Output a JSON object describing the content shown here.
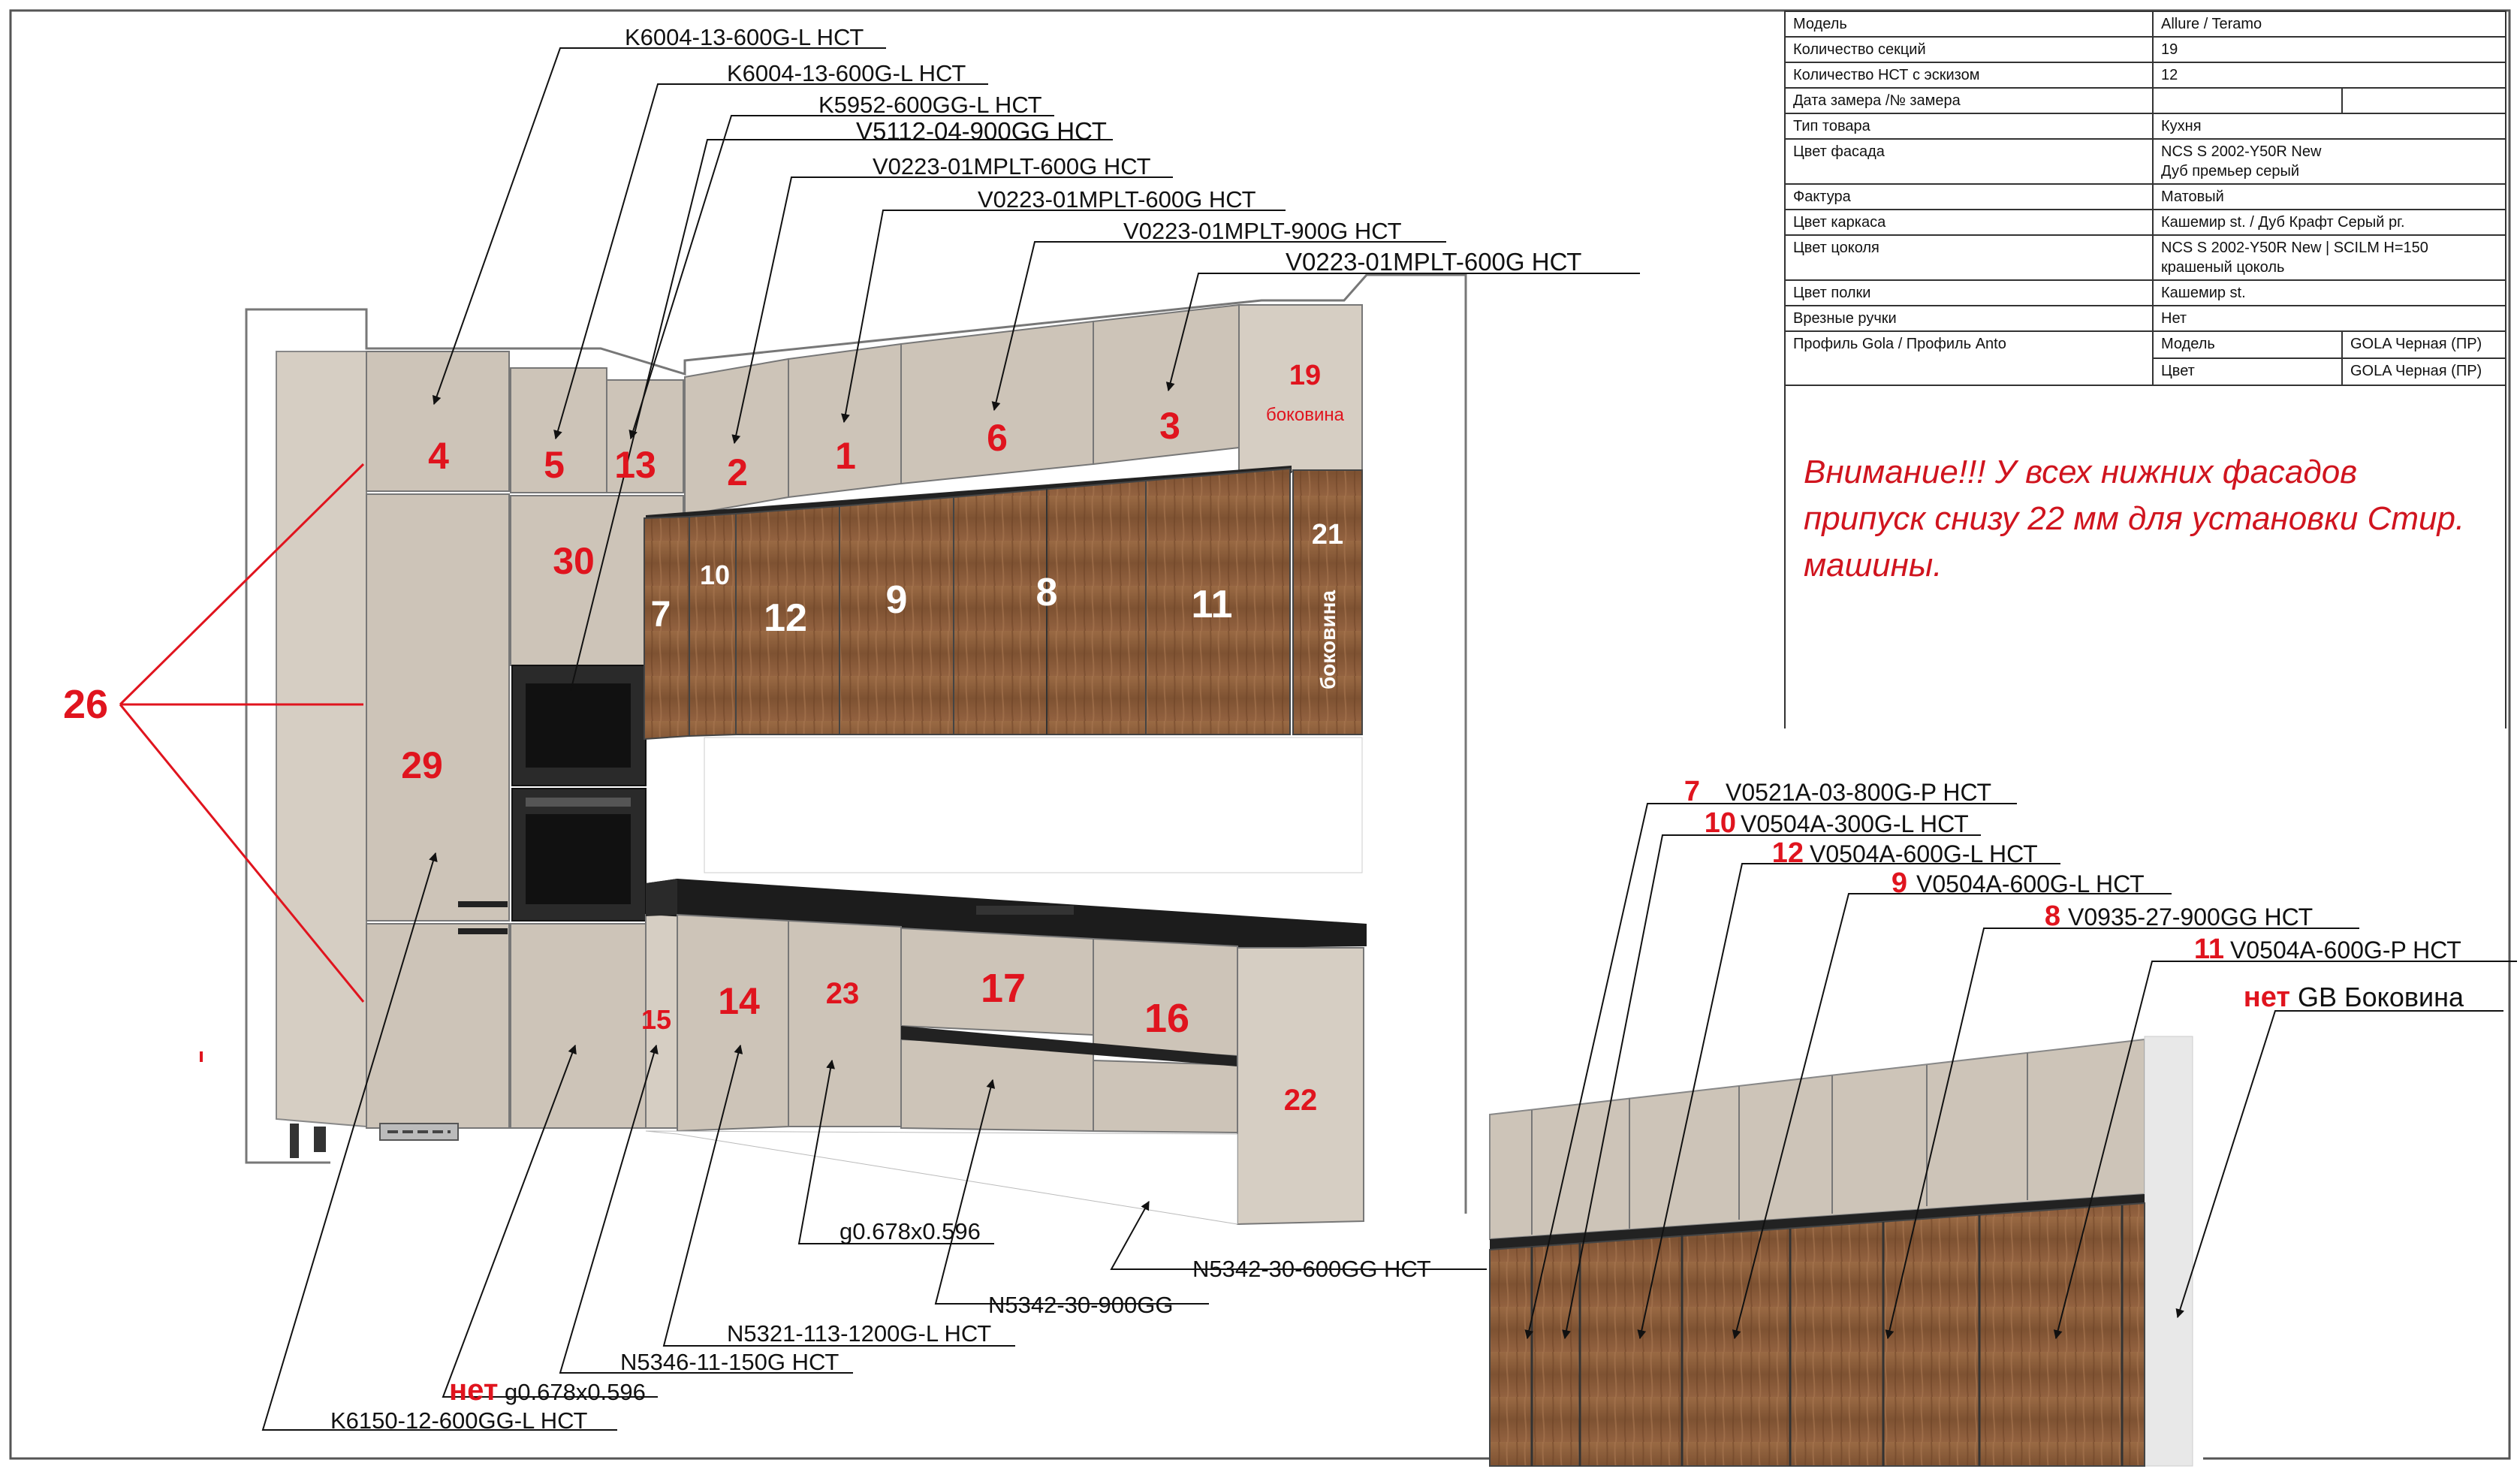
{
  "spec": {
    "rows": [
      {
        "key": "Модель",
        "value": "Allure / Teramo"
      },
      {
        "key": "Количество секций",
        "value": "19"
      },
      {
        "key": "Количество НСТ с эскизом",
        "value": "12"
      },
      {
        "key": "Дата замера /№ замера",
        "value": "",
        "value2": ""
      },
      {
        "key": "Тип товара",
        "value": "Кухня"
      },
      {
        "key": "Цвет фасада",
        "value": "NCS S 2002-Y50R New",
        "value_line2": "Дуб премьер серый"
      },
      {
        "key": "Фактура",
        "value": "Матовый"
      },
      {
        "key": "Цвет каркаса",
        "value": "Кашемир st. / Дуб Крафт Серый рг."
      },
      {
        "key": "Цвет цоколя",
        "value": "NCS S 2002-Y50R New  |  SCILM H=150",
        "value_line2": "крашеный цоколь"
      },
      {
        "key": "Цвет полки",
        "value": "Кашемир st."
      },
      {
        "key": "Врезные ручки",
        "value": "Нет"
      }
    ],
    "profile": {
      "key": "Профиль Gola / Профиль Anto",
      "rows": [
        {
          "sub": "Модель",
          "value": "GOLA Черная (ПР)"
        },
        {
          "sub": "Цвет",
          "value": "GOLA Черная (ПР)"
        }
      ]
    }
  },
  "notice": {
    "line1": "Внимание!!! У всех нижних фасадов",
    "line2": "припуск снизу 22 мм для установки Стир.",
    "line3": "машины."
  },
  "main_labels": {
    "l1": "K6004-13-600G-L НСТ",
    "l2": "K6004-13-600G-L НСТ",
    "l3": "K5952-600GG-L НСТ",
    "l4": "V5112-04-900GG НСТ",
    "l5": "V0223-01MPLT-600G НСТ",
    "l6": "V0223-01MPLT-600G НСТ",
    "l7": "V0223-01MPLT-900G НСТ",
    "l8": "V0223-01MPLT-600G НСТ",
    "b1": "g0.678x0.596",
    "b2": "N5342-30-600GG НСТ",
    "b3": "N5342-30-900GG",
    "b4": "N5321-113-1200G-L НСТ",
    "b5": "N5346-11-150G НСТ",
    "b6": "g0.678x0.596",
    "b6_prefix": "нет",
    "b7": "K6150-12-600GG-L НСТ"
  },
  "numbers": {
    "n4": "4",
    "n5": "5",
    "n13": "13",
    "n2": "2",
    "n1": "1",
    "n6": "6",
    "n3": "3",
    "n19": "19",
    "n19_sub": "боковина",
    "n30": "30",
    "n7": "7",
    "n10": "10",
    "n12": "12",
    "n9": "9",
    "n8": "8",
    "n11": "11",
    "n21": "21",
    "n21_sub": "боковина",
    "n26": "26",
    "n29": "29",
    "n15": "15",
    "n14": "14",
    "n23": "23",
    "n17": "17",
    "n16": "16",
    "n22": "22"
  },
  "inset_labels": [
    {
      "num": "7",
      "code": "V0521A-03-800G-P НСТ"
    },
    {
      "num": "10",
      "code": "V0504A-300G-L НСТ"
    },
    {
      "num": "12",
      "code": "V0504A-600G-L НСТ"
    },
    {
      "num": "9",
      "code": "V0504A-600G-L НСТ"
    },
    {
      "num": "8",
      "code": "V0935-27-900GG НСТ"
    },
    {
      "num": "11",
      "code": "V0504A-600G-P НСТ"
    },
    {
      "num": "нет",
      "code": "GB Боковина"
    }
  ],
  "colors": {
    "red": "#e0141e",
    "facade": "#cdc4b8",
    "wood": "#8a5a36",
    "counter": "#1c1c1c"
  }
}
